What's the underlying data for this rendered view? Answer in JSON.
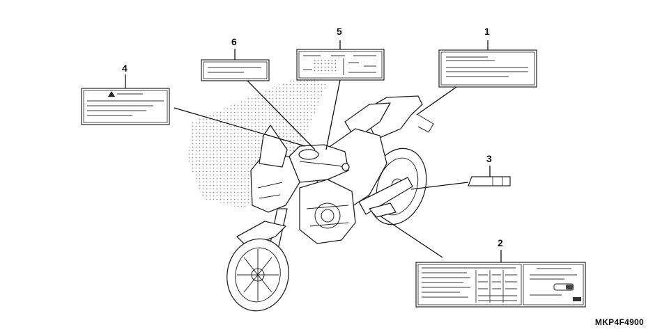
{
  "callouts": [
    {
      "number": "1"
    },
    {
      "number": "2"
    },
    {
      "number": "3"
    },
    {
      "number": "4"
    },
    {
      "number": "5"
    },
    {
      "number": "6"
    }
  ],
  "drawing_code": "MKP4F4900",
  "icons": {
    "warning": "warning-triangle-icon"
  }
}
